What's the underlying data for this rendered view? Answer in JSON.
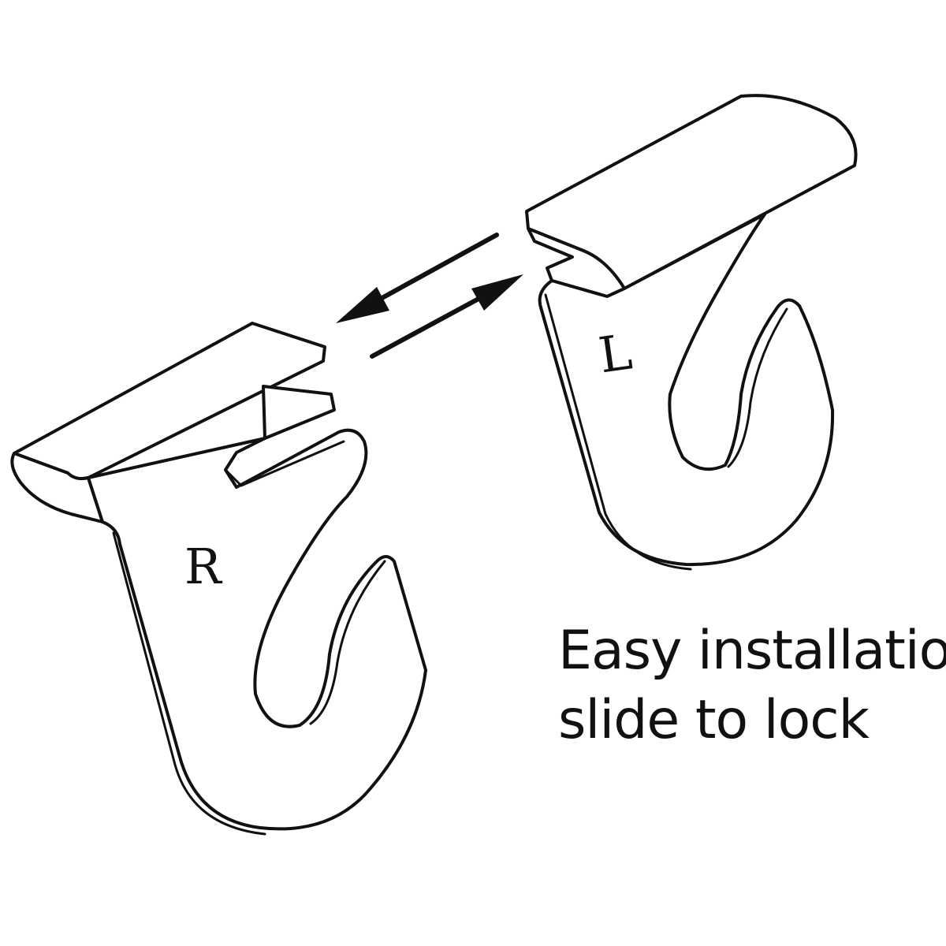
{
  "hooks": {
    "right_label": "R",
    "left_label": "L"
  },
  "caption": {
    "line1": "Easy installation",
    "line2": "slide to lock"
  },
  "colors": {
    "ink": "#111111",
    "background": "#ffffff"
  }
}
